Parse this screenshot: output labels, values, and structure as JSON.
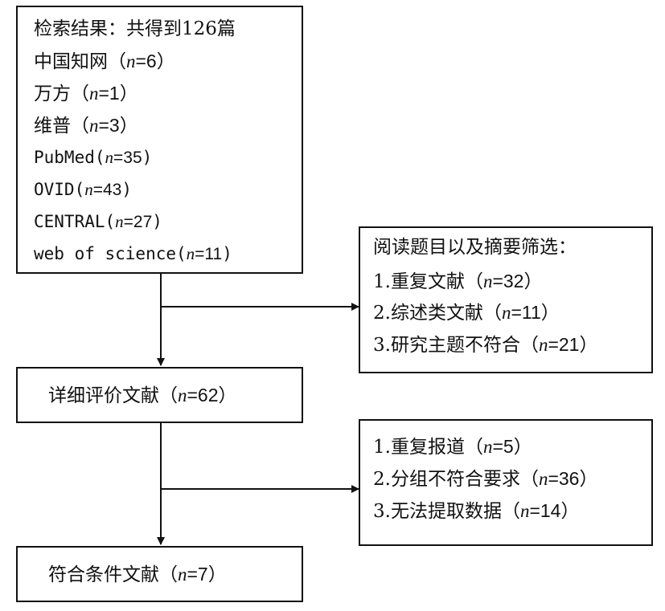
{
  "search_box": {
    "lines": [
      "检索结果：共得到126篇",
      "中国知网（n=6）",
      "万方（n=1）",
      "维普（n=3）",
      "PubMed(n=35)",
      "OVID(n=43)",
      "CENTRAL(n=27)",
      "web of science(n=11)"
    ]
  },
  "exclude_box_1": {
    "lines": [
      "阅读题目以及摘要筛选：",
      "1.重复文献（n=32）",
      "2.综述类文献（n=11）",
      "3.研究主题不符合（n=21）"
    ]
  },
  "review_box": {
    "text": "详细评价文献（n=62）"
  },
  "exclude_box_2": {
    "lines": [
      "1.重复报道（n=5）",
      "2.分组不符合要求（n=36）",
      "3.无法提取数据（n=14）"
    ]
  },
  "final_box": {
    "text": "符合条件文献（n=7）"
  },
  "colors": {
    "line": "#111111",
    "background": "#ffffff"
  }
}
